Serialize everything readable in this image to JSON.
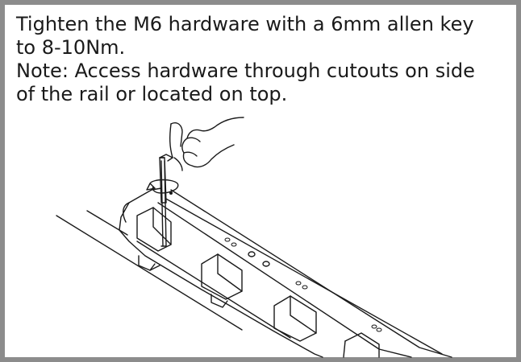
{
  "instruction": {
    "line1": "Tighten the M6 hardware with a 6mm allen key",
    "line2": "to 8-10Nm.",
    "line3": "Note: Access hardware through cutouts on side",
    "line4": "of the rail or located on top."
  },
  "colors": {
    "frame_border": "#8c8c8c",
    "ink": "#1a1a1a",
    "background": "#ffffff"
  },
  "icons": {
    "hand": "hand-icon",
    "allen_key": "allen-key-icon",
    "rotation_arrow": "rotation-arrow-icon",
    "rail": "rail-illustration"
  }
}
